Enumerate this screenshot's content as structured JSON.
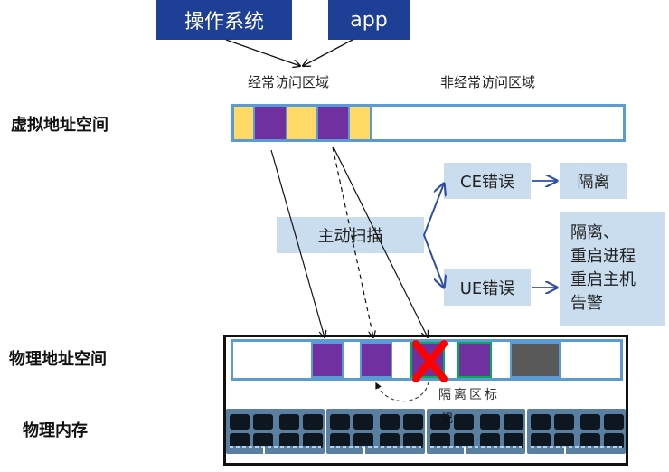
{
  "top": {
    "os_label": "操作系统",
    "app_label": "app"
  },
  "regions": {
    "frequent": "经常访问区域",
    "infrequent": "非经常访问区域"
  },
  "side_labels": {
    "virtual": "虚拟地址空间",
    "physical": "物理地址空间",
    "memory": "物理内存"
  },
  "virtual_bar": {
    "segments": [
      "yellow",
      "purple",
      "yellow",
      "purple",
      "yellow"
    ]
  },
  "scan": {
    "label": "主动扫描"
  },
  "errors": {
    "ce": "CE错误",
    "ue": "UE错误"
  },
  "actions": {
    "ce": "隔离",
    "ue_lines": [
      "隔离、",
      "重启进程",
      "重启主机",
      "告警"
    ]
  },
  "physical_bar": {
    "isolate_label": "隔离区标",
    "isolate_label_tail": "记"
  },
  "colors": {
    "navy": "#1e3f96",
    "light_blue": "#c9ddef",
    "bar_border": "#5b9bd5",
    "purple": "#7030a0",
    "yellow": "#ffd966",
    "gray": "#595959",
    "green": "#00b050",
    "red": "#ff0000",
    "arrow_blue": "#2f4ea8"
  }
}
